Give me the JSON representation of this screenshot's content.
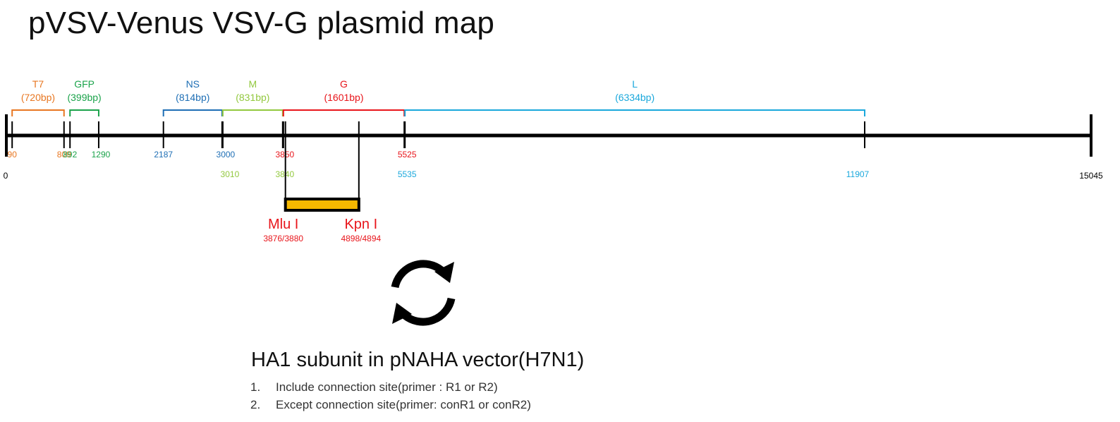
{
  "title": "pVSV-Venus VSV-G plasmid map",
  "total_length": 15045,
  "axis": {
    "start_label": "0",
    "end_label": "15045"
  },
  "genes": [
    {
      "name": "T7",
      "size_label": "(720bp)",
      "start": 90,
      "end": 809,
      "start_label": "90",
      "end_label": "809",
      "color": "#E87722",
      "coord_row": "top"
    },
    {
      "name": "GFP",
      "size_label": "(399bp)",
      "start": 892,
      "end": 1290,
      "start_label": "892",
      "end_label": "1290",
      "color": "#1BA34B",
      "coord_row": "top"
    },
    {
      "name": "NS",
      "size_label": "(814bp)",
      "start": 2187,
      "end": 3000,
      "start_label": "2187",
      "end_label": "3000",
      "color": "#1F6FB5",
      "coord_row": "top"
    },
    {
      "name": "M",
      "size_label": "(831bp)",
      "start": 3010,
      "end": 3840,
      "start_label": "3010",
      "end_label": "3840",
      "color": "#92C83E",
      "coord_row": "bottom"
    },
    {
      "name": "G",
      "size_label": "(1601bp)",
      "start": 3850,
      "end": 5525,
      "start_label": "3850",
      "end_label": "5525",
      "color": "#E8151B",
      "coord_row": "top"
    },
    {
      "name": "L",
      "size_label": "(6334bp)",
      "start": 5535,
      "end": 11907,
      "start_label": "5535",
      "end_label": "11907",
      "color": "#1AA8DC",
      "coord_row": "bottom"
    }
  ],
  "insert": {
    "color": "#F5B800",
    "sites": [
      {
        "name": "Mlu I",
        "position_label": "3876/3880",
        "position": 3878
      },
      {
        "name": "Kpn I",
        "position_label": "4898/4894",
        "position": 4896
      }
    ],
    "label_color": "#E8151B"
  },
  "cycle_icon": "refresh-cycle-icon",
  "bottom": {
    "title": "HA1 subunit in pNAHA vector(H7N1)",
    "steps": [
      {
        "num": "1.",
        "text": "Include connection site(primer : R1 or R2)"
      },
      {
        "num": "2.",
        "text": "Except connection site(primer: conR1 or conR2)"
      }
    ]
  }
}
